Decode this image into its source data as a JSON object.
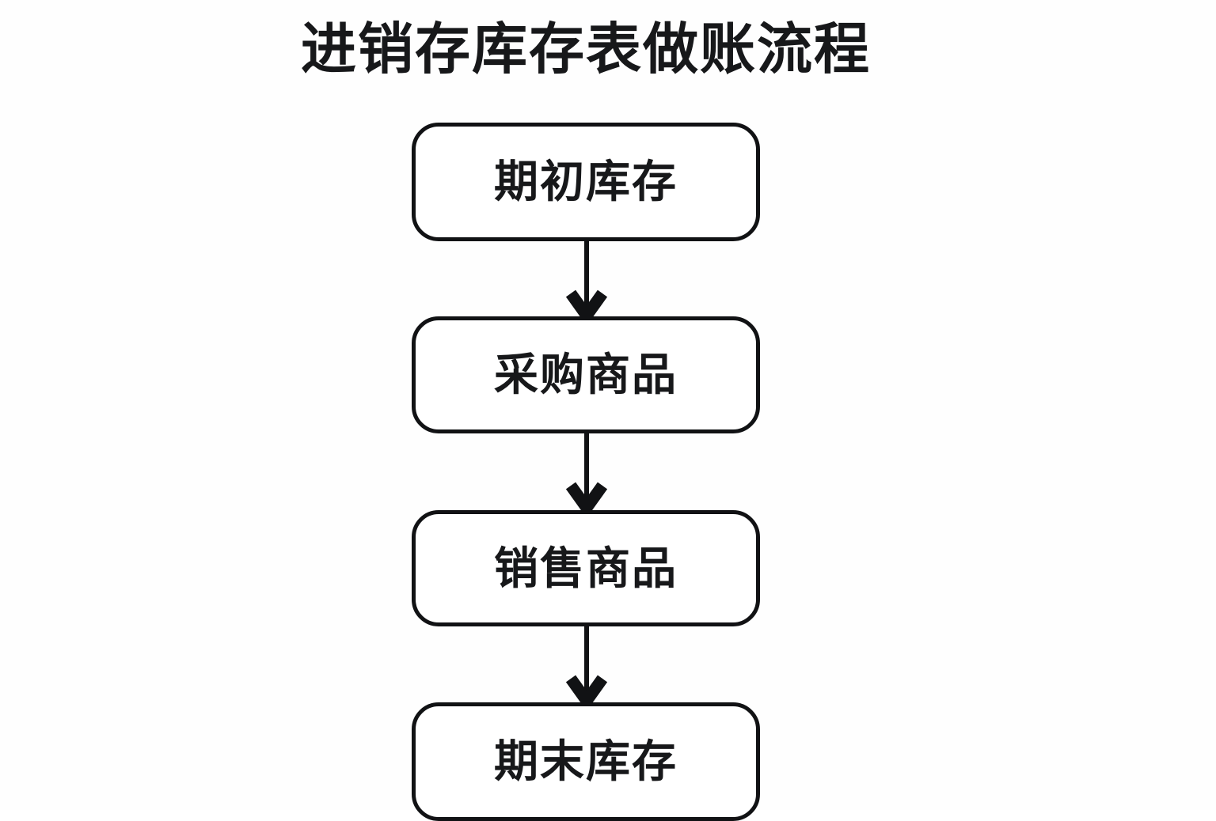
{
  "title": "进销存库存表做账流程",
  "colors": {
    "background": "#fefefe",
    "stroke": "#111214",
    "text": "#17181a",
    "node_fill": "#ffffff"
  },
  "flowchart": {
    "orientation": "vertical-top-to-bottom",
    "node_shape": "rounded-rectangle",
    "nodes": [
      {
        "id": "opening-stock",
        "label": "期初库存"
      },
      {
        "id": "purchase-goods",
        "label": "采购商品"
      },
      {
        "id": "sell-goods",
        "label": "销售商品"
      },
      {
        "id": "closing-stock",
        "label": "期末库存"
      }
    ],
    "connectors": [
      {
        "from": "opening-stock",
        "to": "purchase-goods",
        "arrow": "down-arrow-icon",
        "label": ""
      },
      {
        "from": "purchase-goods",
        "to": "sell-goods",
        "arrow": "down-arrow-icon",
        "label": ""
      },
      {
        "from": "sell-goods",
        "to": "closing-stock",
        "arrow": "down-arrow-icon",
        "label": ""
      }
    ]
  }
}
